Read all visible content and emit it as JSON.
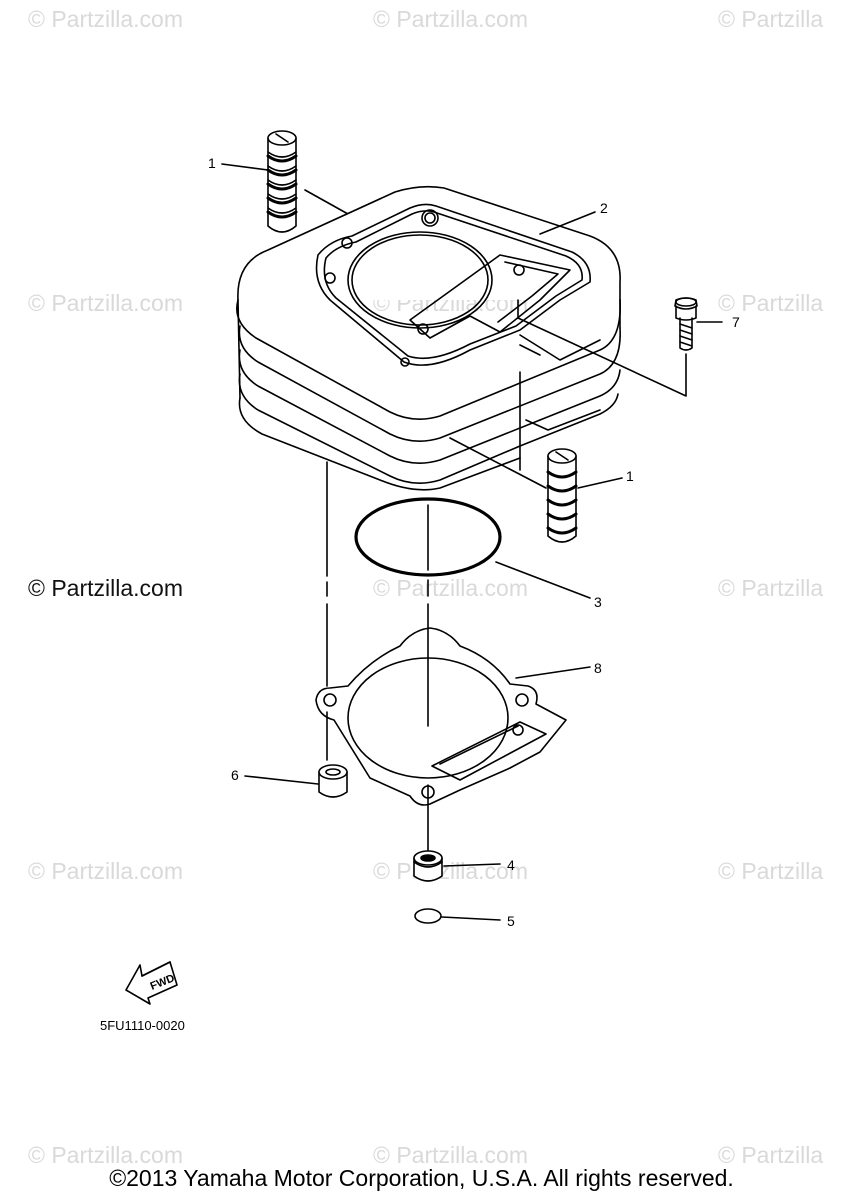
{
  "watermarks": {
    "text": "© Partzilla.com",
    "text_short": "© Partzilla",
    "highlighted": "© Partzilla.com"
  },
  "callouts": {
    "c1a": "1",
    "c1b": "1",
    "c2": "2",
    "c3": "3",
    "c4": "4",
    "c5": "5",
    "c6": "6",
    "c7": "7",
    "c8": "8"
  },
  "fwd_label": "FWD",
  "diagram_code": "5FU1110-0020",
  "copyright": "©2013 Yamaha Motor Corporation, U.S.A. All rights reserved.",
  "colors": {
    "line": "#000000",
    "watermark": "#d9d9d9"
  }
}
